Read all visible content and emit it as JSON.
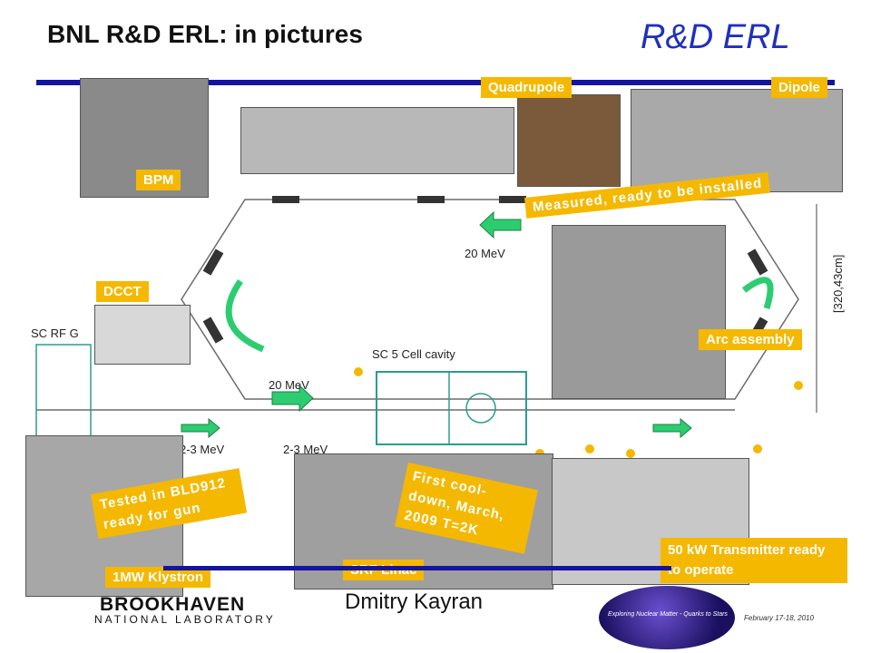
{
  "header": {
    "title": "BNL R&D ERL: in pictures",
    "brand": "R&D ERL"
  },
  "tags": {
    "quadrupole": "Quadrupole",
    "dipole": "Dipole",
    "bpm": "BPM",
    "measured": "Measured, ready to be installed",
    "dcct": "DCCT",
    "arc": "Arc assembly",
    "tested": "Tested in BLD912 ready for gun",
    "cooldown": "First cool-down, March, 2009 T=2K",
    "klystron": "1MW Klystron",
    "srf": "SRF Linac",
    "transmitter": "50 kW Transmitter ready to operate"
  },
  "diagram": {
    "energy_top": "20 MeV",
    "energy_mid": "20 MeV",
    "energy_low_left": "2-3 MeV",
    "energy_low_mid": "2-3 MeV",
    "sc_gun": "SC RF G",
    "sc_cavity": "SC 5 Cell cavity",
    "dimension": "[320,43cm]"
  },
  "footer": {
    "author": "Dmitry Kayran",
    "date": "February 17-18, 2010",
    "lab_name": "BROOKHAVEN",
    "lab_sub": "NATIONAL LABORATORY",
    "logo_text": "Exploring Nuclear Matter - Quarks to Stars"
  },
  "colors": {
    "accent": "#f5b800",
    "brand_blue": "#1f2fbf",
    "beamline_green": "#2ecc71"
  }
}
